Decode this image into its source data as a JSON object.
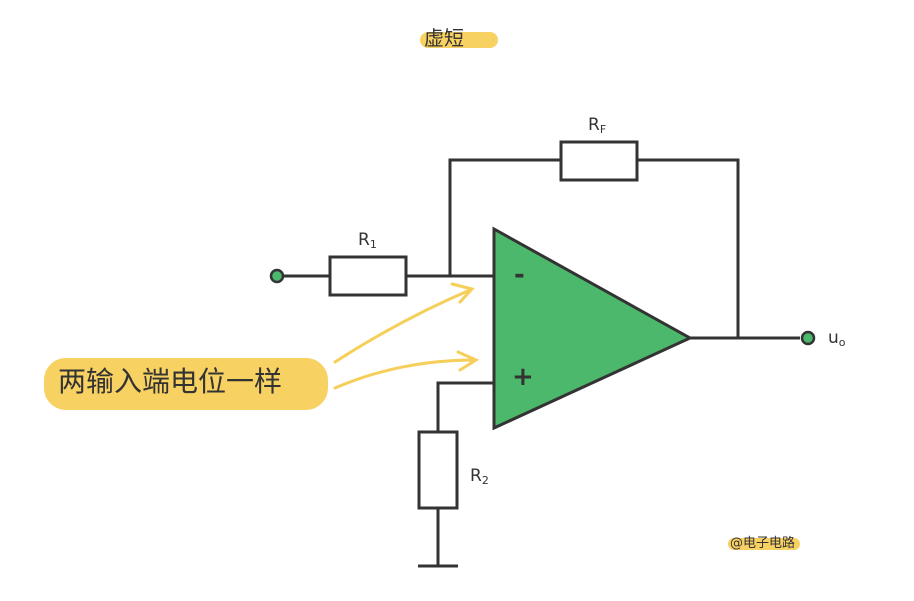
{
  "title": "虚短",
  "callout": "两输入端电位一样",
  "watermark": "@电子电路",
  "labels": {
    "rf_main": "R",
    "rf_sub": "F",
    "r1_main": "R",
    "r1_sub": "1",
    "r2_main": "R",
    "r2_sub": "2",
    "out_main": "u",
    "out_sub": "o",
    "minus": "-",
    "plus": "+"
  },
  "colors": {
    "opamp_fill": "#4cb86b",
    "highlight": "#f7c948",
    "arrow": "#f5cf5a",
    "wire": "#333333"
  }
}
